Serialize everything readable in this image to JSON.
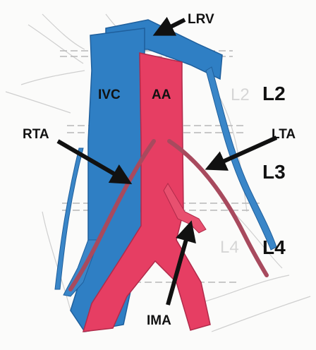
{
  "labels": {
    "lrv": "LRV",
    "ivc": "IVC",
    "aa": "AA",
    "rta": "RTA",
    "lta": "LTA",
    "ima": "IMA",
    "l2": "L2",
    "l3": "L3",
    "l4": "L4"
  },
  "ghost_labels": {
    "l2": "L2",
    "l4": "L4"
  },
  "colors": {
    "vein_blue": "#2f7fc4",
    "vein_blue_dark": "#1f5f9c",
    "artery_red": "#e63e63",
    "artery_red_dark": "#b02a4a",
    "testicular_artery": "#a84a5e",
    "pointer_arrow": "#111111",
    "sketch_pencil": "#c9c9c9"
  }
}
